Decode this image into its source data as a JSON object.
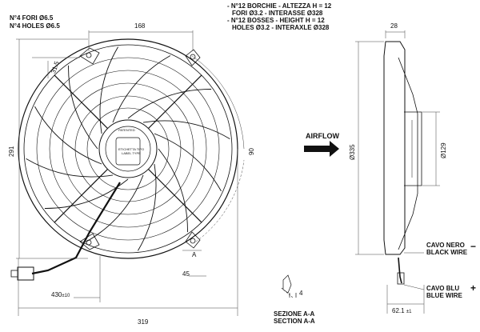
{
  "notes": {
    "holes_it": "N°4 FORI Ø6.5",
    "holes_en": "N°4 HOLES Ø6.5",
    "bosses_it_1": "- N°12 BORCHIE - ALTEZZA H = 12",
    "bosses_it_2": "FORI Ø3.2 - INTERASSE Ø328",
    "bosses_en_1": "- N°12 BOSSES - HEIGHT H = 12",
    "bosses_en_2": "HOLES Ø3.2 - INTERAXLE Ø328"
  },
  "dimensions": {
    "hole_spacing": "168",
    "offset": "31.5",
    "height": "291",
    "width": "319",
    "angle": "90",
    "angle2": "45",
    "depth": "28",
    "diameter_frame": "Ø335",
    "diameter_motor": "Ø129",
    "motor_depth": "62.1",
    "motor_depth_tol": "±1",
    "wire_length": "430",
    "wire_length_tol": "±10",
    "section_thickness": "4"
  },
  "labels": {
    "airflow": "AIRFLOW",
    "section_marker": "A",
    "section_it": "SEZIONE A-A",
    "section_en": "SECTION A-A",
    "black_wire_it": "CAVO NERO",
    "black_wire_en": "BLACK WIRE",
    "blue_wire_it": "CAVO BLU",
    "blue_wire_en": "BLUE WIRE",
    "minus": "−",
    "plus": "+",
    "label_brand": "PATENTED",
    "label_it": "ETICHETTA TIPO",
    "label_en": "LABEL TYPE"
  },
  "colors": {
    "line": "#111111",
    "dim": "#444444"
  }
}
